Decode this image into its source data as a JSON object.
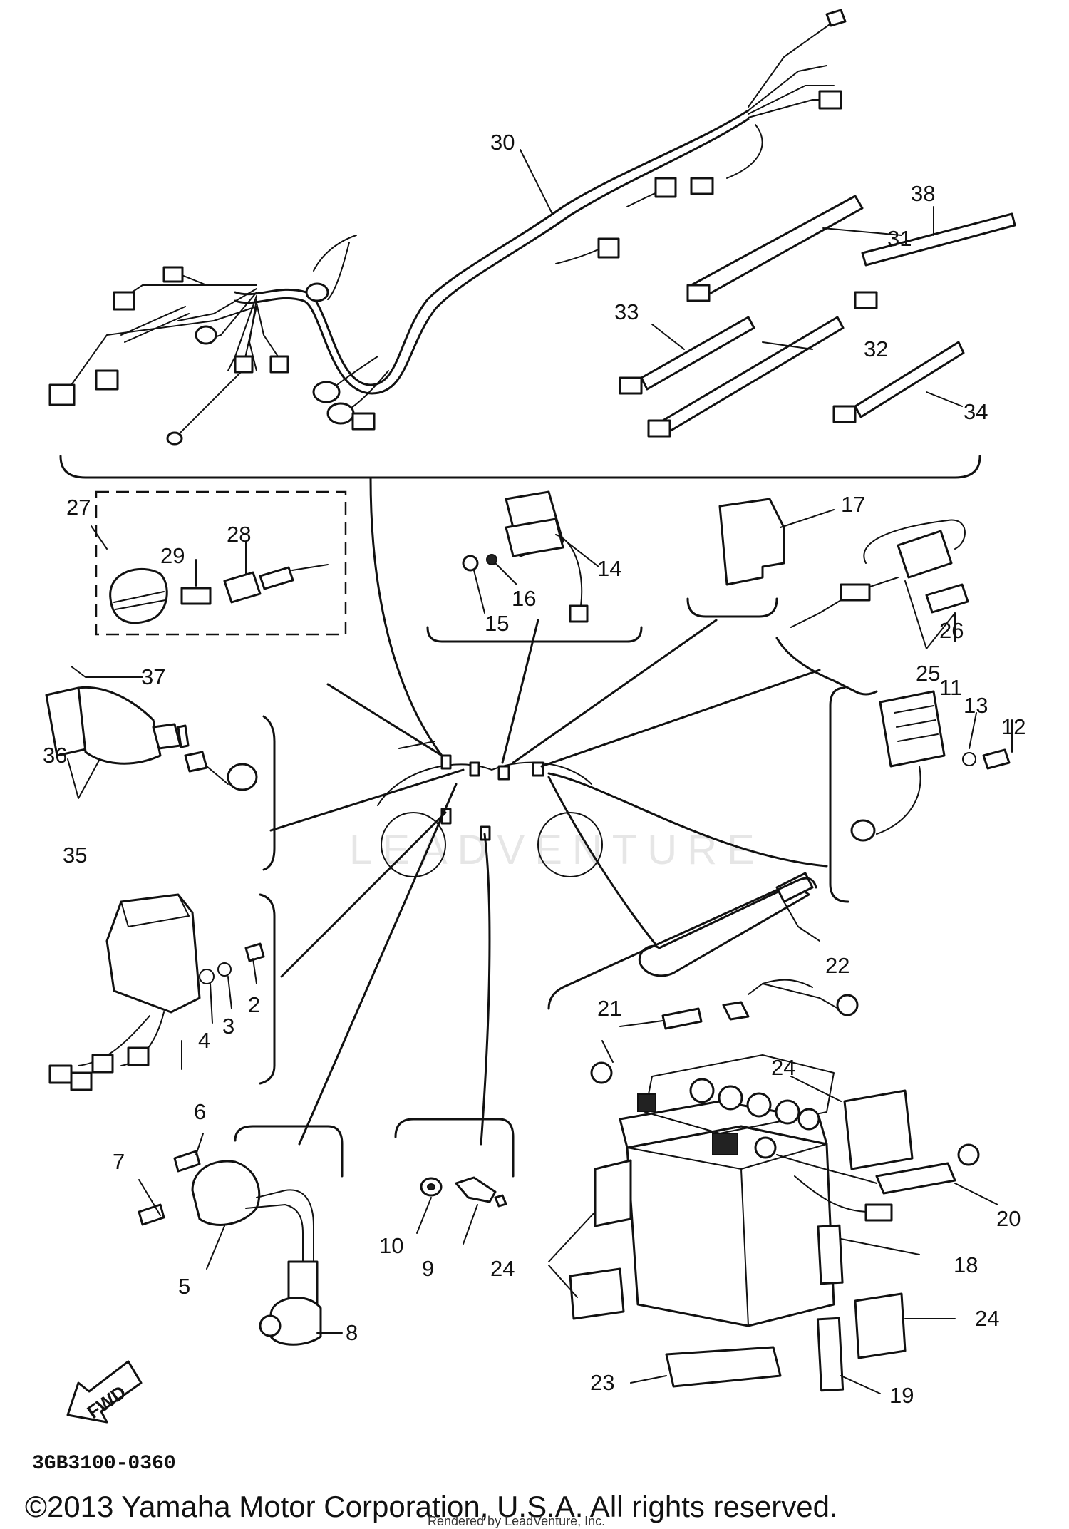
{
  "diagram_code": "3GB3100-0360",
  "copyright": "©2013 Yamaha Motor Corporation, U.S.A. All rights reserved.",
  "rendered_by": "Rendered by LeadVenture, Inc.",
  "watermark": "LEADVENTURE",
  "fwd_label": "FWD",
  "callouts": [
    {
      "id": "c30",
      "text": "30"
    },
    {
      "id": "c31",
      "text": "31"
    },
    {
      "id": "c38",
      "text": "38"
    },
    {
      "id": "c33",
      "text": "33"
    },
    {
      "id": "c32",
      "text": "32"
    },
    {
      "id": "c34",
      "text": "34"
    },
    {
      "id": "c27",
      "text": "27"
    },
    {
      "id": "c29",
      "text": "29"
    },
    {
      "id": "c28",
      "text": "28"
    },
    {
      "id": "c14",
      "text": "14"
    },
    {
      "id": "c16",
      "text": "16"
    },
    {
      "id": "c15",
      "text": "15"
    },
    {
      "id": "c17",
      "text": "17"
    },
    {
      "id": "c26",
      "text": "26"
    },
    {
      "id": "c25",
      "text": "25"
    },
    {
      "id": "c11",
      "text": "11"
    },
    {
      "id": "c13",
      "text": "13"
    },
    {
      "id": "c12",
      "text": "12"
    },
    {
      "id": "c37",
      "text": "37"
    },
    {
      "id": "c36",
      "text": "36"
    },
    {
      "id": "c35",
      "text": "35"
    },
    {
      "id": "c4",
      "text": "4"
    },
    {
      "id": "c3",
      "text": "3"
    },
    {
      "id": "c2",
      "text": "2"
    },
    {
      "id": "c22",
      "text": "22"
    },
    {
      "id": "c21",
      "text": "21"
    },
    {
      "id": "c24a",
      "text": "24"
    },
    {
      "id": "c6",
      "text": "6"
    },
    {
      "id": "c7",
      "text": "7"
    },
    {
      "id": "c5",
      "text": "5"
    },
    {
      "id": "c8",
      "text": "8"
    },
    {
      "id": "c10",
      "text": "10"
    },
    {
      "id": "c9",
      "text": "9"
    },
    {
      "id": "c24b",
      "text": "24"
    },
    {
      "id": "c20",
      "text": "20"
    },
    {
      "id": "c18",
      "text": "18"
    },
    {
      "id": "c24c",
      "text": "24"
    },
    {
      "id": "c23",
      "text": "23"
    },
    {
      "id": "c19",
      "text": "19"
    }
  ]
}
